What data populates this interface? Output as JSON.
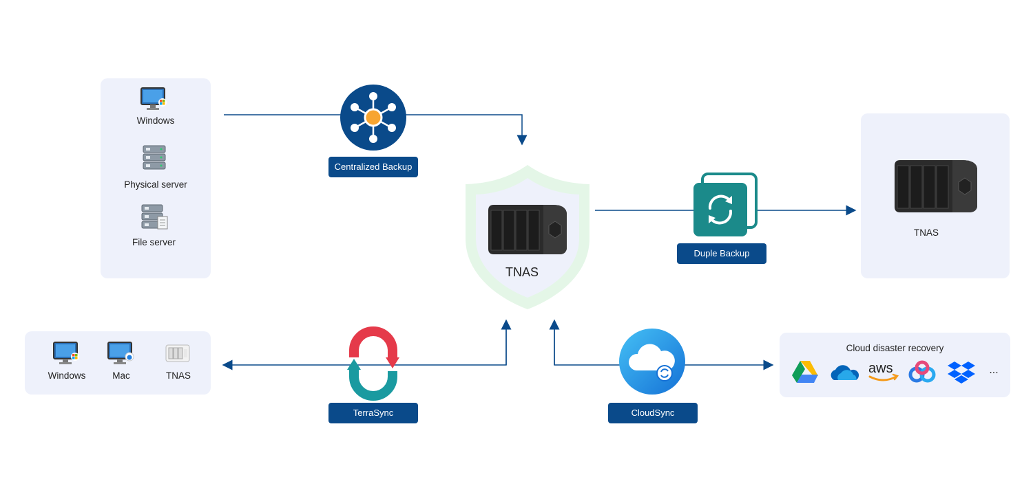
{
  "sources": {
    "windows": "Windows",
    "physical_server": "Physical server",
    "file_server": "File server"
  },
  "center": {
    "label": "TNAS"
  },
  "right_target": {
    "label": "TNAS"
  },
  "sync_targets": {
    "windows": "Windows",
    "mac": "Mac",
    "tnas": "TNAS"
  },
  "cloud": {
    "title": "Cloud disaster recovery",
    "more": "..."
  },
  "features": {
    "centralized_backup": "Centralized Backup",
    "duple_backup": "Duple Backup",
    "terrasync": "TerraSync",
    "cloudsync": "CloudSync"
  },
  "colors": {
    "line": "#0a4a8a",
    "pill": "#0a4a8a",
    "panel": "#eef1fb",
    "shield": "#e6f6e9",
    "duple_teal": "#1b8a8a",
    "cloud_blue": "#1e90e6"
  }
}
